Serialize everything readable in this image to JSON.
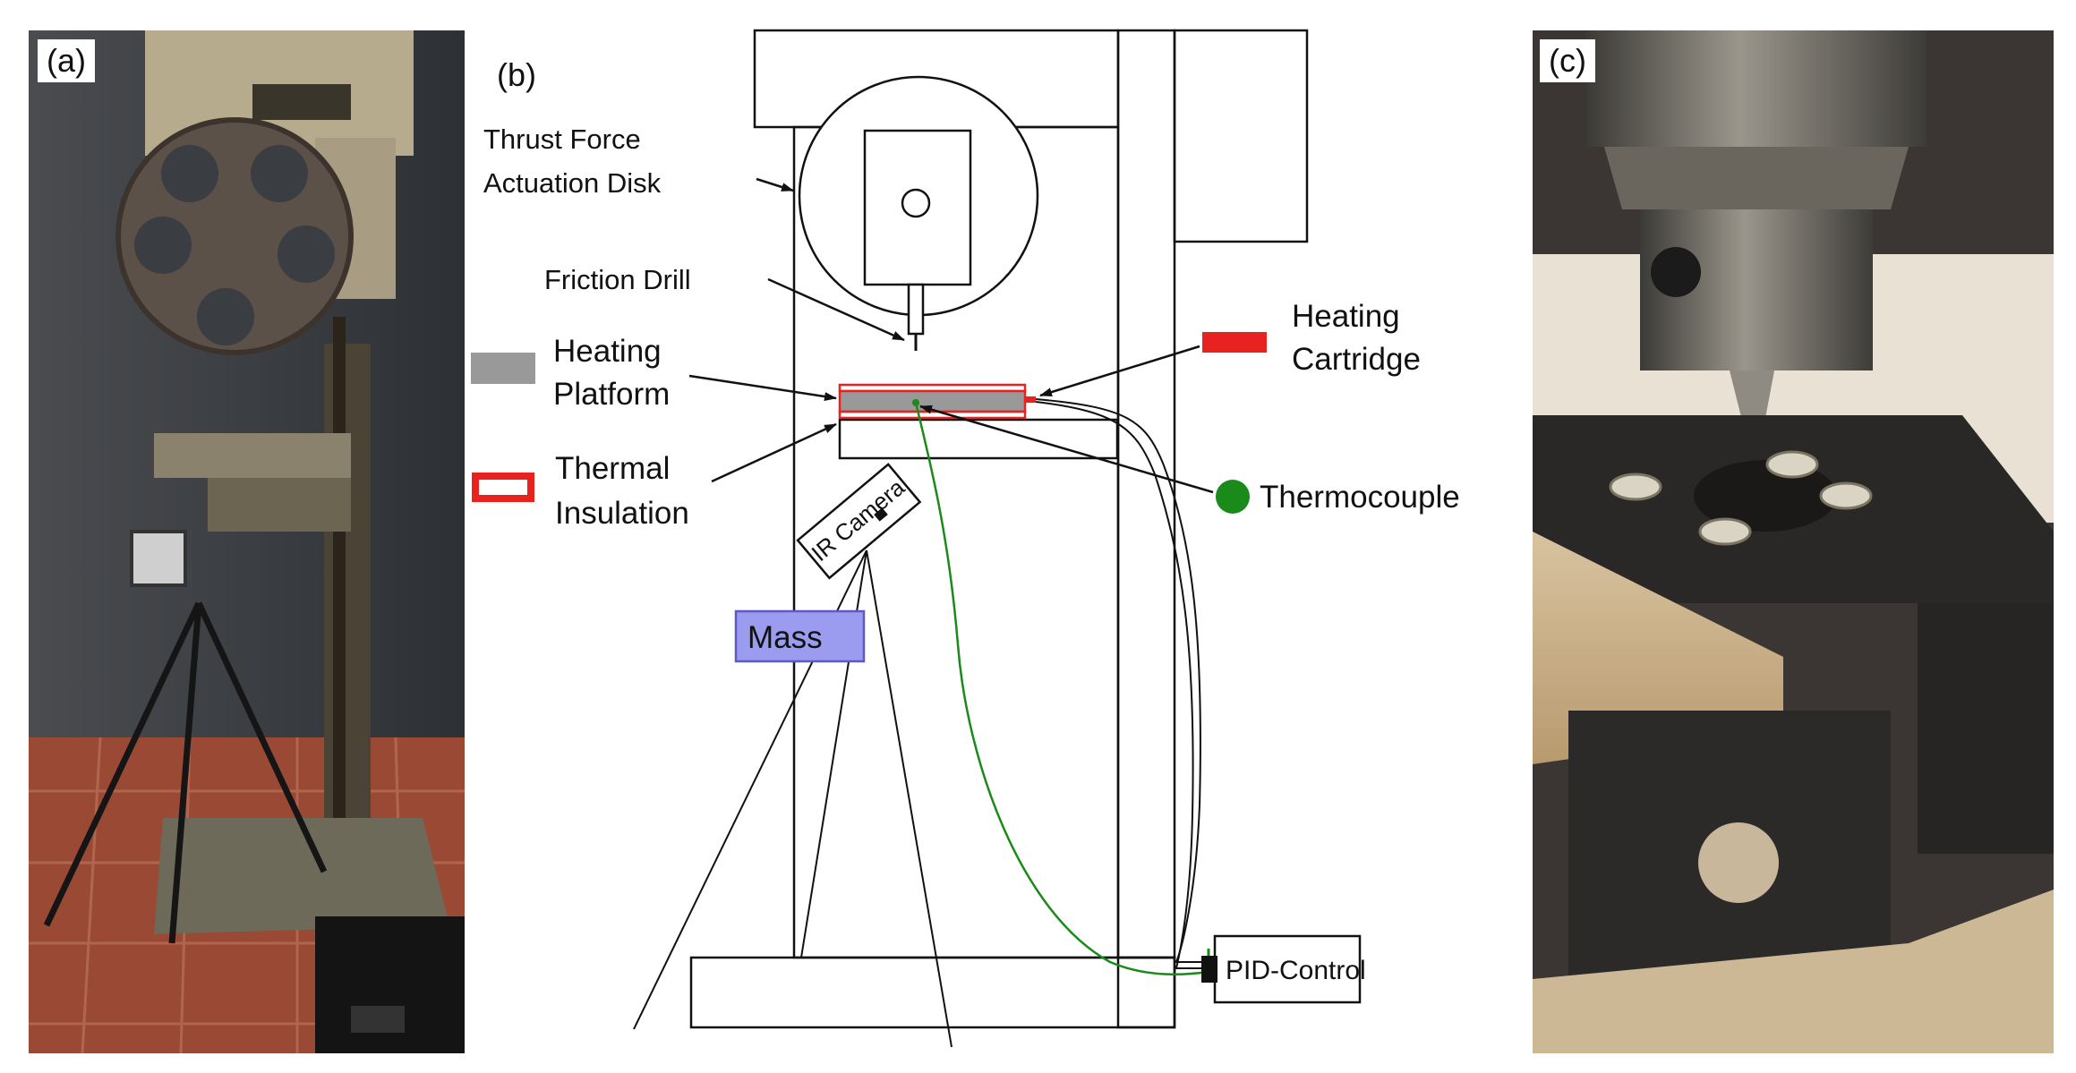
{
  "panels": {
    "a": {
      "label": "(a)"
    },
    "b": {
      "label": "(b)"
    },
    "c": {
      "label": "(c)"
    }
  },
  "diagram": {
    "thrust_force_line1": "Thrust Force",
    "thrust_force_line2": "Actuation Disk",
    "friction_drill": "Friction Drill",
    "heating_platform_line1": "Heating",
    "heating_platform_line2": "Platform",
    "thermal_insulation_line1": "Thermal",
    "thermal_insulation_line2": "Insulation",
    "heating_cartridge_line1": "Heating",
    "heating_cartridge_line2": "Cartridge",
    "thermocouple": "Thermocouple",
    "ir_camera": "IR Camera",
    "mass": "Mass",
    "pid_control": "PID-Control"
  },
  "colors": {
    "heating_platform": "#999999",
    "insulation_outline": "#e8231f",
    "heating_cartridge": "#e8231f",
    "thermocouple": "#1a8a1a",
    "mass_fill": "#9b9bef",
    "line": "#111111"
  }
}
